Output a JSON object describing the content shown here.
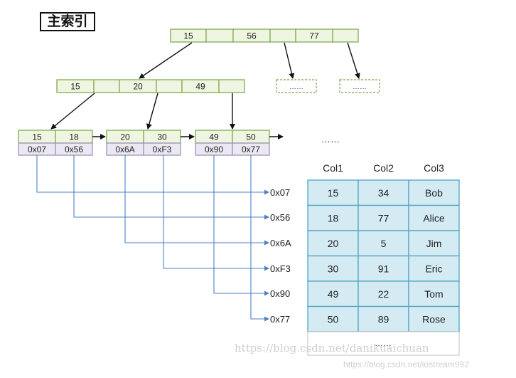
{
  "title": "主索引",
  "root_node": [
    "15",
    "",
    "56",
    "",
    "77",
    ""
  ],
  "internal_node": [
    "15",
    "",
    "20",
    "",
    "49",
    ""
  ],
  "leaves": [
    {
      "keys": [
        "15",
        "18"
      ],
      "ptrs": [
        "0x07",
        "0x56"
      ]
    },
    {
      "keys": [
        "20",
        "30"
      ],
      "ptrs": [
        "0x6A",
        "0xF3"
      ]
    },
    {
      "keys": [
        "49",
        "50"
      ],
      "ptrs": [
        "0x90",
        "0x77"
      ]
    }
  ],
  "placeholder_nodes": [
    "……",
    "……"
  ],
  "more_leaves": "……",
  "addresses": [
    "0x07",
    "0x56",
    "0x6A",
    "0xF3",
    "0x90",
    "0x77"
  ],
  "table": {
    "columns": [
      "Col1",
      "Col2",
      "Col3"
    ],
    "rows": [
      [
        "15",
        "34",
        "Bob"
      ],
      [
        "18",
        "77",
        "Alice"
      ],
      [
        "20",
        "5",
        "Jim"
      ],
      [
        "30",
        "91",
        "Eric"
      ],
      [
        "49",
        "22",
        "Tom"
      ],
      [
        "50",
        "89",
        "Rose"
      ]
    ],
    "trailing": "……"
  },
  "watermark_main": "https://blog.csdn.net/danikuaichuan",
  "watermark_small": "https://blog.csdn.net/iostream992",
  "colors": {
    "node_fill": "#eef5e1",
    "node_border": "#7aa447",
    "ptr_fill": "#ece8f3",
    "ptr_border": "#9a8ab5",
    "table_fill": "#d5ebf3",
    "table_border": "#4fa6c3",
    "connector": "#4f80c7"
  }
}
